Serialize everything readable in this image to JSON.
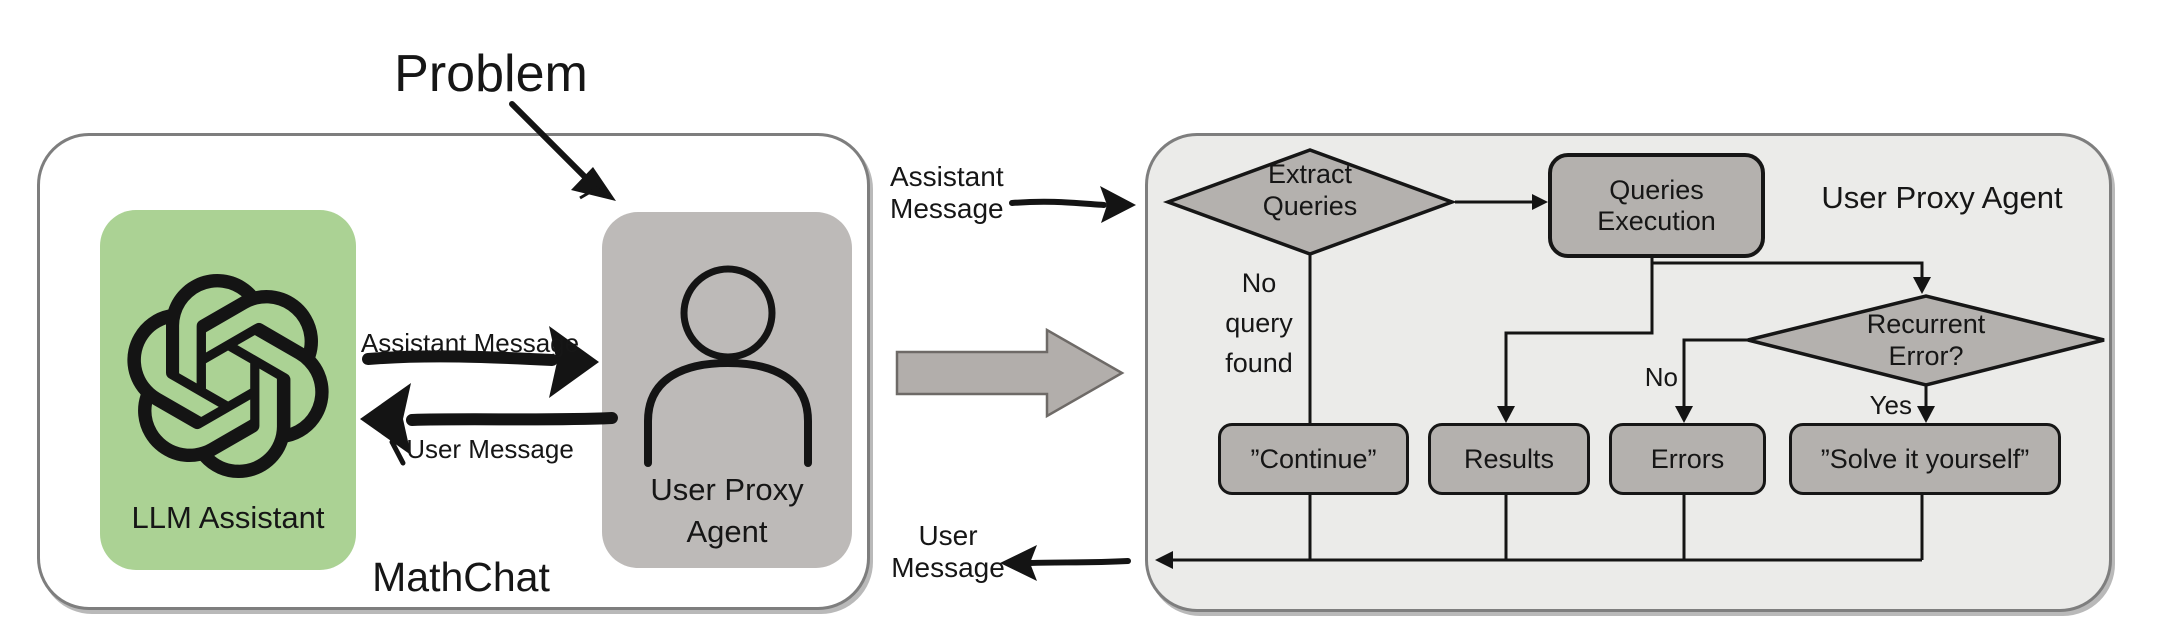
{
  "problem_label": "Problem",
  "mathchat": {
    "panel_label": "MathChat",
    "llm_assistant_label": "LLM Assistant",
    "user_proxy_line1": "User Proxy",
    "user_proxy_line2": "Agent",
    "assistant_message_label": "Assistant Message",
    "user_message_label": "User Message"
  },
  "handoff": {
    "assistant_line1": "Assistant",
    "assistant_line2": "Message",
    "user_line1": "User",
    "user_line2": "Message"
  },
  "flow": {
    "panel_title": "User Proxy Agent",
    "extract_line1": "Extract",
    "extract_line2": "Queries",
    "execution_line1": "Queries",
    "execution_line2": "Execution",
    "recurrent_line1": "Recurrent",
    "recurrent_line2": "Error?",
    "no_query_line1": "No",
    "no_query_line2": "query",
    "no_query_line3": "found",
    "no_label": "No",
    "yes_label": "Yes",
    "continue_label": "”Continue”",
    "results_label": "Results",
    "errors_label": "Errors",
    "solve_label": "”Solve it yourself”"
  },
  "colors": {
    "llm_box_green": "#abd294",
    "agent_box_gray": "#bdbab8",
    "node_gray": "#b4b1ae",
    "flow_panel_bg": "#ebebe9",
    "panel_border": "#7e7e7e",
    "big_arrow_gray": "#b2aeab",
    "ink": "#141414"
  }
}
